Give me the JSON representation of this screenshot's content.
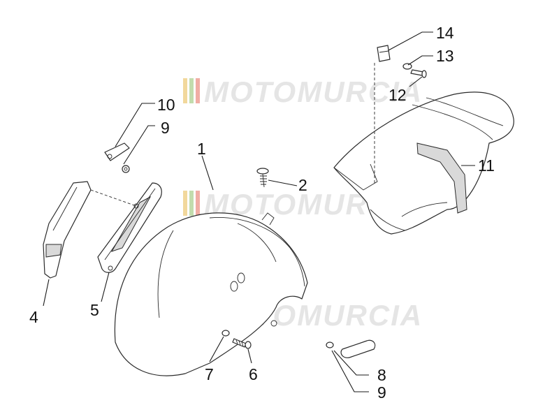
{
  "diagram": {
    "callouts": [
      "1",
      "2",
      "4",
      "5",
      "6",
      "7",
      "8",
      "9",
      "9",
      "10",
      "11",
      "12",
      "13",
      "14"
    ]
  },
  "watermark": {
    "text": "MOTOMURCIA",
    "colors": [
      "#e8b84a",
      "#8fc06a",
      "#e36a5a"
    ]
  }
}
